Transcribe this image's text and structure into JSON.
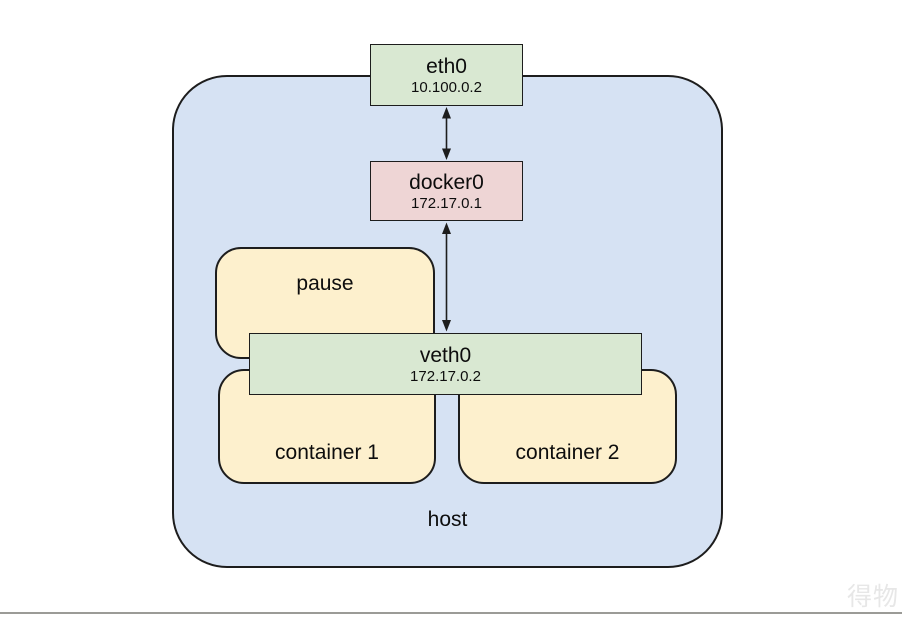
{
  "diagram": {
    "host_label": "host",
    "nodes": {
      "eth0": {
        "name": "eth0",
        "ip": "10.100.0.2"
      },
      "docker0": {
        "name": "docker0",
        "ip": "172.17.0.1"
      },
      "veth0": {
        "name": "veth0",
        "ip": "172.17.0.2"
      },
      "pause": {
        "label": "pause"
      },
      "container1": {
        "label": "container 1"
      },
      "container2": {
        "label": "container 2"
      }
    },
    "edges": [
      {
        "from": "eth0",
        "to": "docker0",
        "style": "double-arrow"
      },
      {
        "from": "docker0",
        "to": "veth0",
        "style": "double-arrow"
      }
    ],
    "colors": {
      "host_fill": "#d6e2f3",
      "interface_fill": "#d9e8d2",
      "bridge_fill": "#eed5d5",
      "container_fill": "#fdf0cd",
      "stroke": "#1d1d1d",
      "watermark": "#e7e7e7",
      "divider": "#9b9b97"
    }
  },
  "watermark_text": "得物"
}
